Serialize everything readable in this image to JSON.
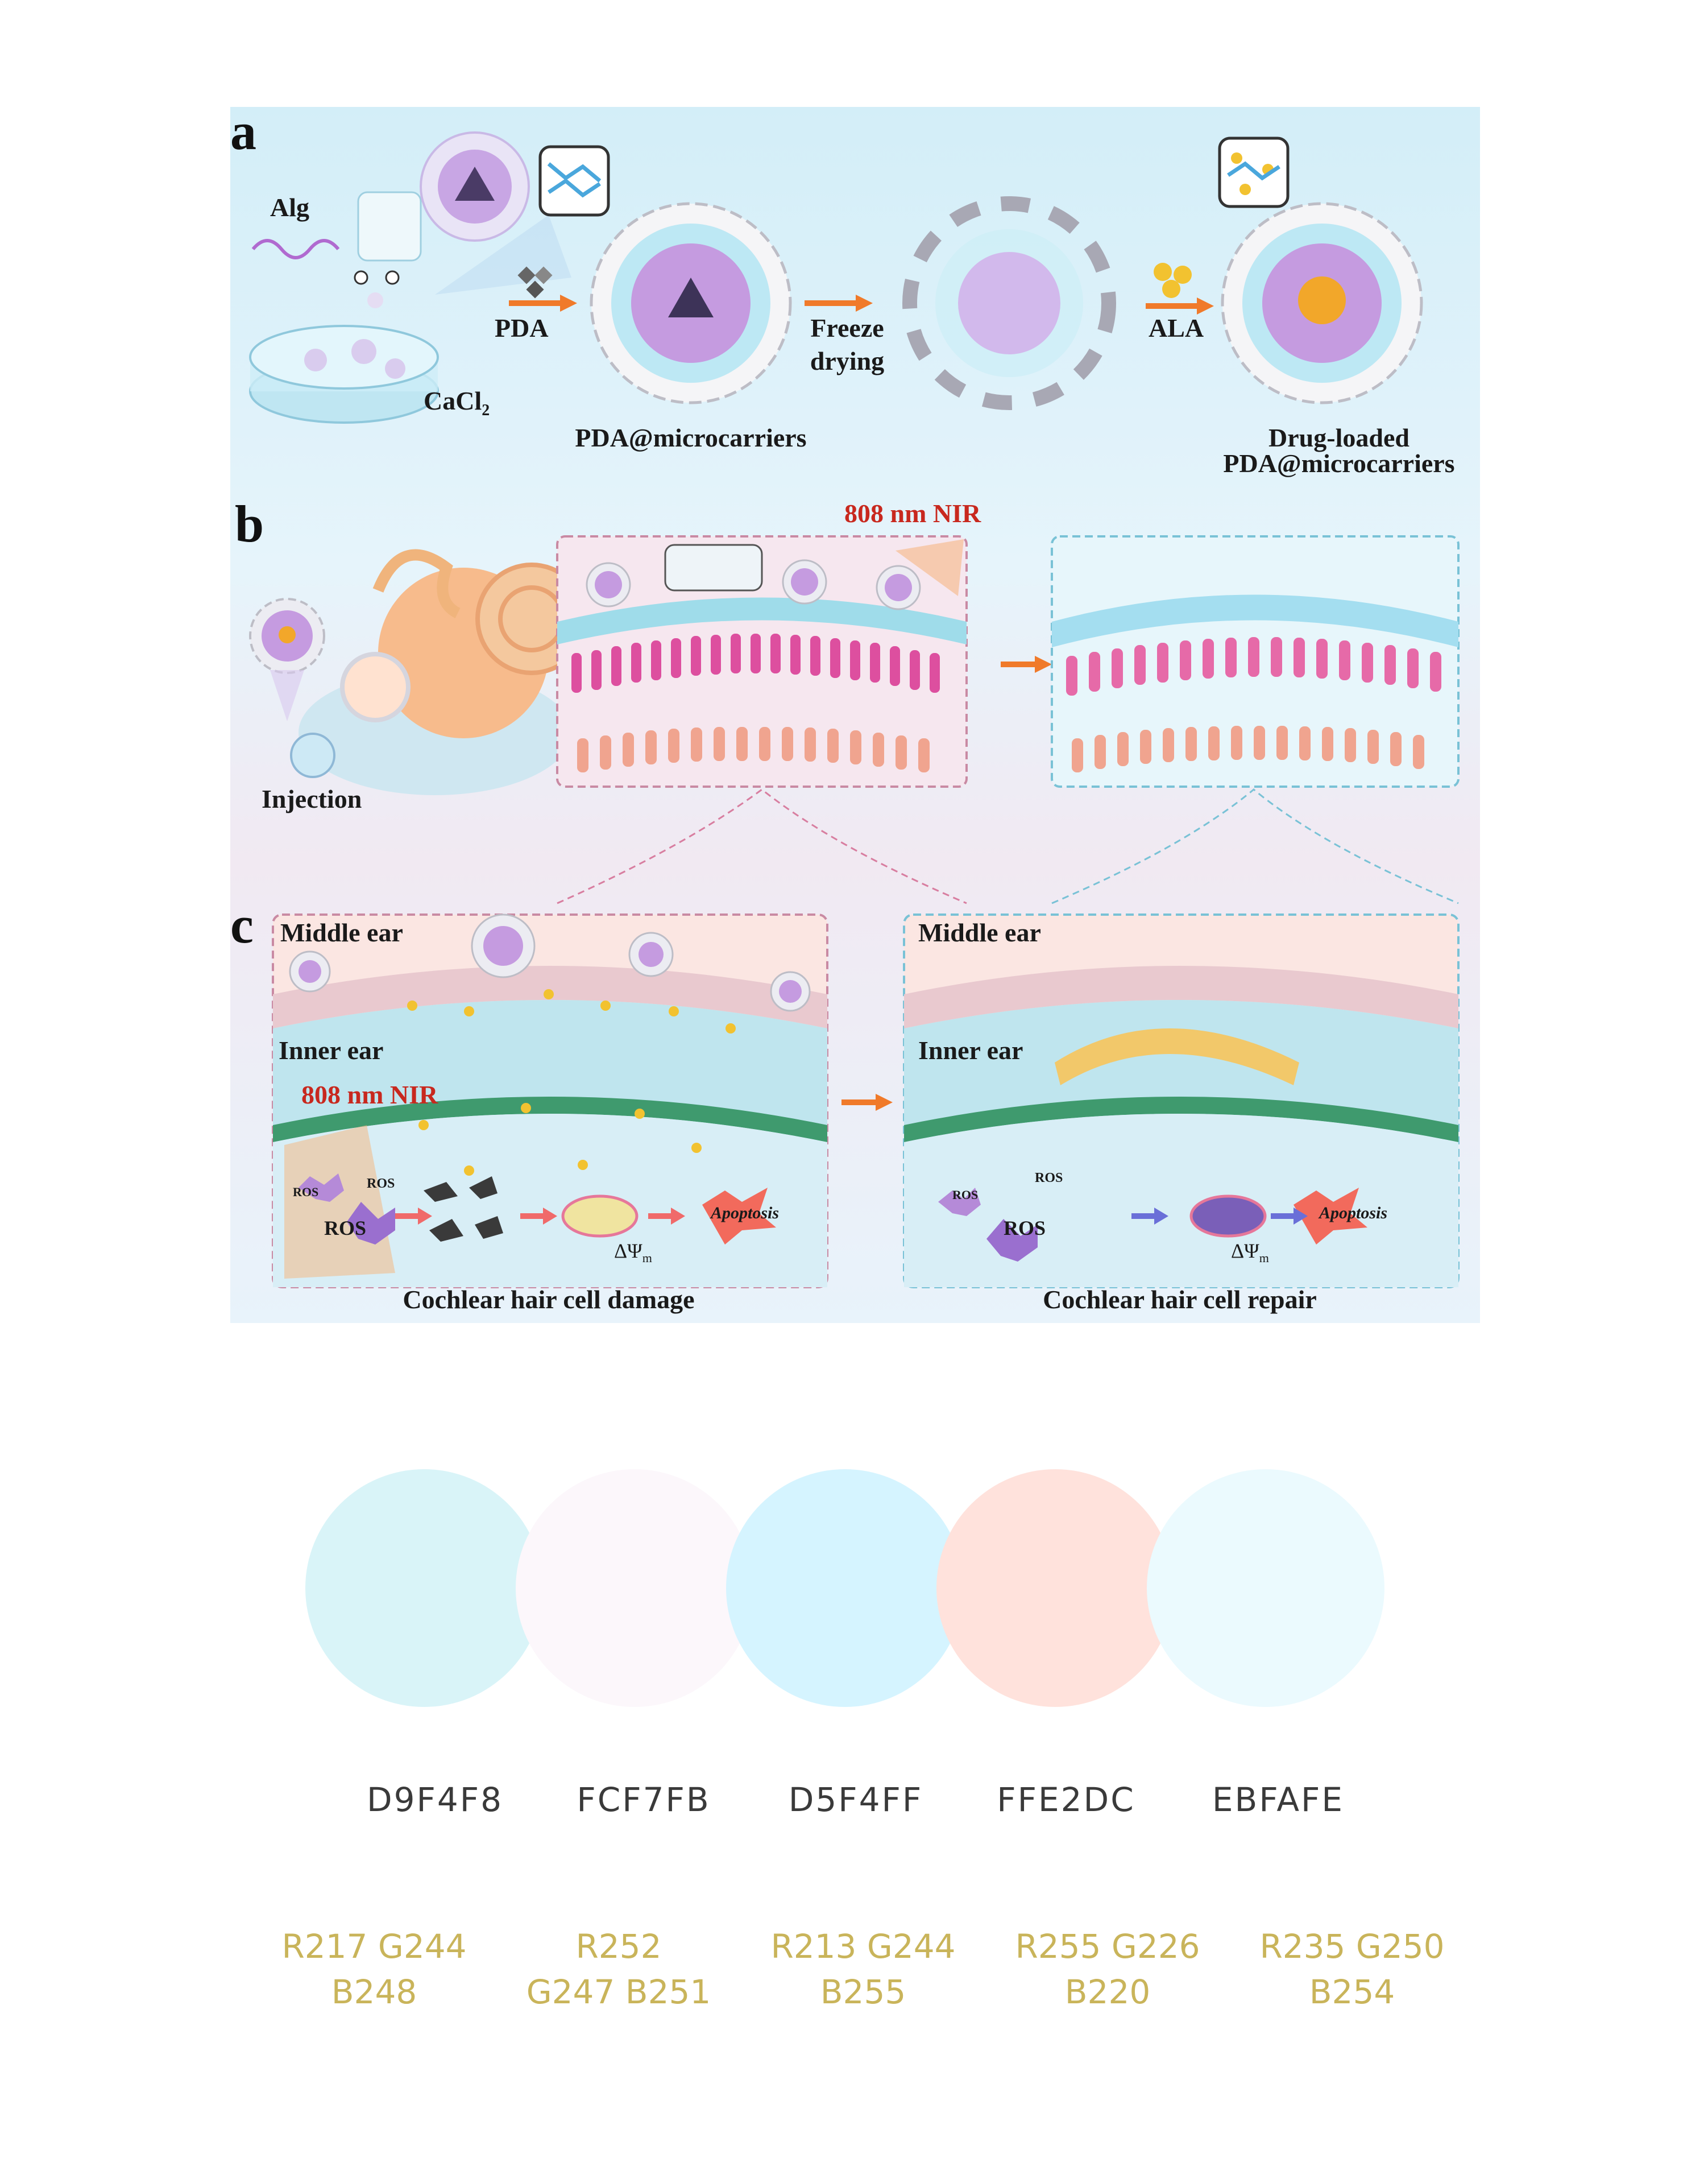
{
  "figure": {
    "panels": {
      "a": {
        "letter": "a",
        "alg": "Alg",
        "cacl2_main": "CaCl",
        "cacl2_sub": "2",
        "pda": "PDA",
        "pda_microcarriers": "PDA@microcarriers",
        "freeze": "Freeze",
        "drying": "drying",
        "ala": "ALA",
        "drug_loaded_1": "Drug-loaded",
        "drug_loaded_2": "PDA@microcarriers"
      },
      "b": {
        "letter": "b",
        "nir": "808 nm NIR",
        "injection": "Injection"
      },
      "c": {
        "letter": "c",
        "middle_ear_left": "Middle ear",
        "inner_ear_left": "Inner ear",
        "nir": "808 nm NIR",
        "ros_small_1": "ROS",
        "ros_small_2": "ROS",
        "ros_big": "ROS",
        "delta_psi": "ΔΨ",
        "delta_sub": "m",
        "apoptosis_left": "Apoptosis",
        "caption_left": "Cochlear hair cell damage",
        "middle_ear_right": "Middle ear",
        "inner_ear_right": "Inner ear",
        "ros_small_r1": "ROS",
        "ros_small_r2": "ROS",
        "ros_big_r": "ROS",
        "delta_psi_r": "ΔΨ",
        "delta_sub_r": "m",
        "apoptosis_right": "Apoptosis",
        "caption_right": "Cochlear hair cell repair"
      }
    }
  },
  "palette": [
    {
      "hex": "D9F4F8",
      "rgb_line1": "R217 G244",
      "rgb_line2": "B248",
      "color": "#D9F4F8"
    },
    {
      "hex": "FCF7FB",
      "rgb_line1": "R252",
      "rgb_line2": "G247 B251",
      "color": "#FCF7FB"
    },
    {
      "hex": "D5F4FF",
      "rgb_line1": "R213 G244",
      "rgb_line2": "B255",
      "color": "#D5F4FF"
    },
    {
      "hex": "FFE2DC",
      "rgb_line1": "R255 G226",
      "rgb_line2": "B220",
      "color": "#FFE2DC"
    },
    {
      "hex": "EBFAFE",
      "rgb_line1": "R235 G250",
      "rgb_line2": "B254",
      "color": "#EBFAFE"
    }
  ],
  "colors": {
    "label_red": "#c8281e",
    "arrow_orange": "#f07a2a",
    "rgb_text": "#c9b45a"
  }
}
